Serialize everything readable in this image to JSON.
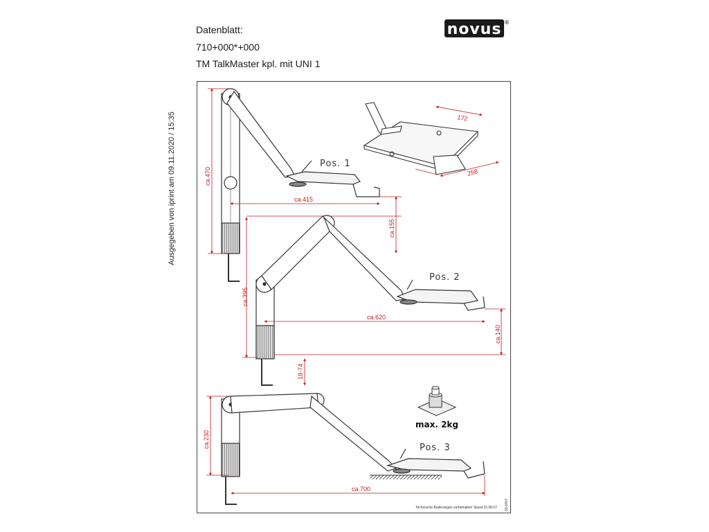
{
  "header": {
    "line1": "Datenblatt:",
    "line2": "710+000*+000",
    "line3": "TM TalkMaster kpl. mit UNI 1"
  },
  "logo": {
    "text": "novus",
    "mark": "®"
  },
  "side_note": "Ausgegeben von iprint am 09.11.2020 / 15:35",
  "drawing": {
    "positions": {
      "pos1": "Pos. 1",
      "pos2": "Pos. 2",
      "pos3": "Pos. 3"
    },
    "dimensions": {
      "d470": "ca.470",
      "d415": "ca.415",
      "d155": "ca.155",
      "d395": "ca.395",
      "d620": "ca.620",
      "d140": "ca.140",
      "d1874": "18-74",
      "d230": "ca.230",
      "d700": "ca.700",
      "d172": "172",
      "d258": "258"
    },
    "load_label": "max. 2kg",
    "footnote": "Technische Änderungen vorbehalten! Stand 16.08.07",
    "doc_code": "03-0407"
  },
  "colors": {
    "dimension": "#c21d1d",
    "line": "#333333",
    "logo_bg": "#1a1a1a"
  }
}
